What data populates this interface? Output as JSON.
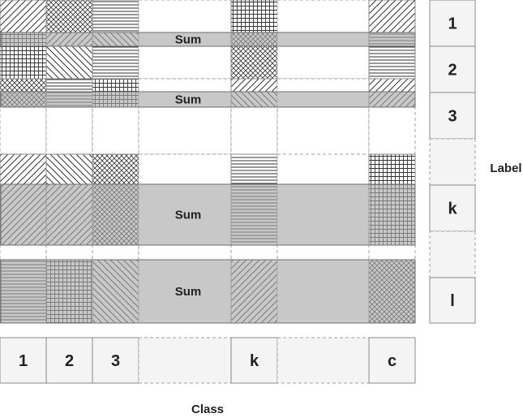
{
  "colors": {
    "cell_border": "#8a8a8a",
    "dashed_border": "#a0a0a0",
    "sum_band_fill": "#a6a6a6",
    "sum_band_border": "#6e6e6e",
    "label_box_fill": "#f4f4f4",
    "text": "#222222"
  },
  "grid": {
    "columns": [
      {
        "id": "1",
        "dashed": false
      },
      {
        "id": "2",
        "dashed": false
      },
      {
        "id": "3",
        "dashed": false
      },
      {
        "id": "gap1",
        "dashed": true
      },
      {
        "id": "k",
        "dashed": false
      },
      {
        "id": "gap2",
        "dashed": true
      },
      {
        "id": "c",
        "dashed": false
      }
    ],
    "rows": [
      {
        "cells": [
          "diag",
          "cross",
          "hline",
          "blank",
          "grid",
          "blank",
          "diag"
        ]
      },
      {
        "cells": [
          "grid",
          "diag",
          "anti",
          "blank",
          "cross",
          "blank",
          "hline"
        ],
        "sum": "Sum"
      },
      {
        "cells": [
          "grid",
          "anti",
          "hline",
          "blank",
          "cross",
          "blank",
          "hline"
        ]
      },
      {
        "cells": [
          "cross",
          "hline",
          "grid",
          "blank",
          "diag",
          "blank",
          "diag"
        ]
      },
      {
        "cells": [
          "cross",
          "hline",
          "grid",
          "blank",
          "anti",
          "blank",
          "diag"
        ],
        "sum": "Sum"
      },
      {
        "cells": [
          "blank",
          "blank",
          "blank",
          "blank",
          "blank",
          "blank",
          "blank"
        ],
        "dashed": true
      },
      {
        "cells": [
          "diag",
          "anti",
          "cross",
          "blank",
          "hline",
          "blank",
          "grid"
        ]
      },
      {
        "cells": [
          "diag",
          "diag",
          "cross",
          "blank",
          "hline",
          "blank",
          "grid"
        ],
        "sum": "Sum"
      },
      {
        "cells": [
          "blank",
          "blank",
          "blank",
          "blank",
          "blank",
          "blank",
          "blank"
        ],
        "dashed": true
      },
      {
        "cells": [
          "hline",
          "grid",
          "anti",
          "blank",
          "diag",
          "blank",
          "cross"
        ],
        "sum": "Sum"
      }
    ]
  },
  "label_column": {
    "caption": "Label",
    "items": [
      {
        "text": "1",
        "dashed": false
      },
      {
        "text": "2",
        "dashed": false
      },
      {
        "text": "3",
        "dashed": false
      },
      {
        "text": "",
        "dashed": true
      },
      {
        "text": "k",
        "dashed": false
      },
      {
        "text": "",
        "dashed": true
      },
      {
        "text": "l",
        "dashed": false
      }
    ]
  },
  "class_row": {
    "caption": "Class",
    "items": [
      {
        "text": "1",
        "dashed": false
      },
      {
        "text": "2",
        "dashed": false
      },
      {
        "text": "3",
        "dashed": false
      },
      {
        "text": "",
        "dashed": true
      },
      {
        "text": "k",
        "dashed": false
      },
      {
        "text": "",
        "dashed": true
      },
      {
        "text": "c",
        "dashed": false
      }
    ]
  }
}
